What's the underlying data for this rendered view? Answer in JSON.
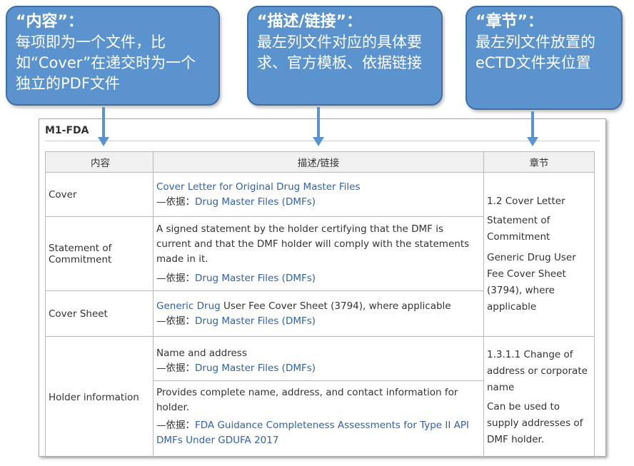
{
  "callouts": [
    {
      "title": "“内容”：",
      "body": "每项即为一个文件，比如“Cover”在递交时为一个独立的PDF文件"
    },
    {
      "title": "“描述/链接”：",
      "body": "最左列文件对应的具体要求、官方模板、依据链接"
    },
    {
      "title": "“章节”：",
      "body": "最左列文件放置的eCTD文件夹位置"
    }
  ],
  "panel": {
    "title": "M1-FDA"
  },
  "table": {
    "headers": [
      "内容",
      "描述/链接",
      "章节"
    ],
    "basis_label": "—依据：",
    "rows": {
      "cover": {
        "name": "Cover",
        "d1_link": "Cover Letter for Original Drug Master Files",
        "d1_basis": "Drug Master Files (DMFs)"
      },
      "soc": {
        "name": "Statement of Commitment",
        "d1_text": "A signed statement by the holder certifying that the DMF is current and that the DMF holder will comply with the statements made in it.",
        "d1_basis": "Drug Master Files (DMFs)"
      },
      "sheet": {
        "name": "Cover Sheet",
        "d1_link": "Generic Drug",
        "d1_text": " User Fee Cover Sheet (3794), where applicable",
        "d1_basis": "Drug Master Files (DMFs)"
      },
      "holder": {
        "name": "Holder information",
        "d1_text": "Name and address",
        "d1_basis": "Drug Master Files (DMFs)",
        "d2_text": "Provides complete name, address, and contact information for holder.",
        "d2_basis": "FDA Guidance Completeness Assessments for Type II API DMFs Under GDUFA 2017"
      }
    },
    "sections": {
      "s1": {
        "a": "1.2 Cover Letter",
        "b": "Statement of Commitment",
        "c": "Generic Drug User Fee Cover Sheet (3794), where applicable"
      },
      "s2": {
        "a": "1.3.1.1 Change of address or corporate name",
        "b": "Can be used to supply addresses of DMF holder."
      }
    }
  }
}
